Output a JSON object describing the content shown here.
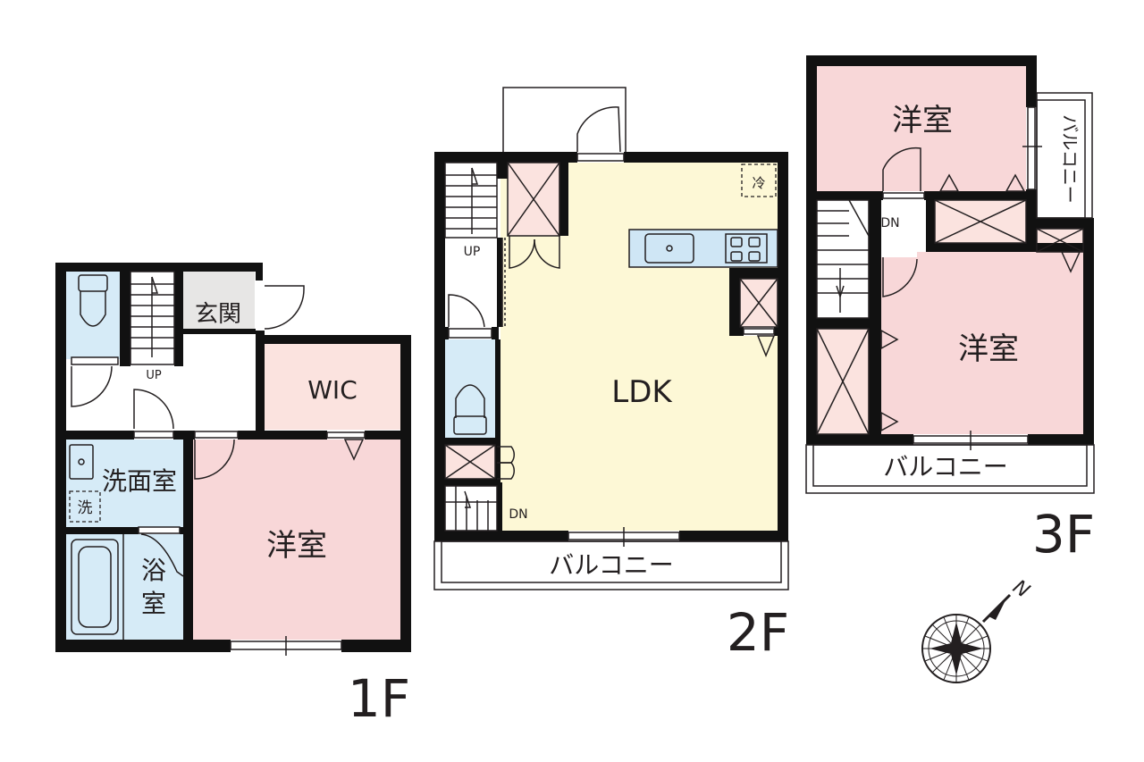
{
  "colors": {
    "wall": "#111111",
    "western_room": "#f8d7d8",
    "wic": "#fbe3df",
    "wet_area": "#d6ebf7",
    "ldk": "#fdf8d6",
    "storage": "#fbe3df",
    "entrance": "#e7e6e5",
    "kitchen": "#cfe6f5"
  },
  "floor_1": {
    "label": "1F",
    "entrance": "玄関",
    "wic": "WIC",
    "washroom": "洗面室",
    "washer": "洗",
    "bath_line1": "浴",
    "bath_line2": "室",
    "western": "洋室",
    "stairs": "UP"
  },
  "floor_2": {
    "label": "2F",
    "ldk": "LDK",
    "balcony": "バルコニー",
    "fridge": "冷",
    "stairs_up": "UP",
    "stairs_down": "DN"
  },
  "floor_3": {
    "label": "3F",
    "western_top": "洋室",
    "western_main": "洋室",
    "balcony": "バルコニー",
    "balcony_side": "バルコニー",
    "stairs_down": "DN"
  },
  "compass": {
    "north": "N"
  }
}
